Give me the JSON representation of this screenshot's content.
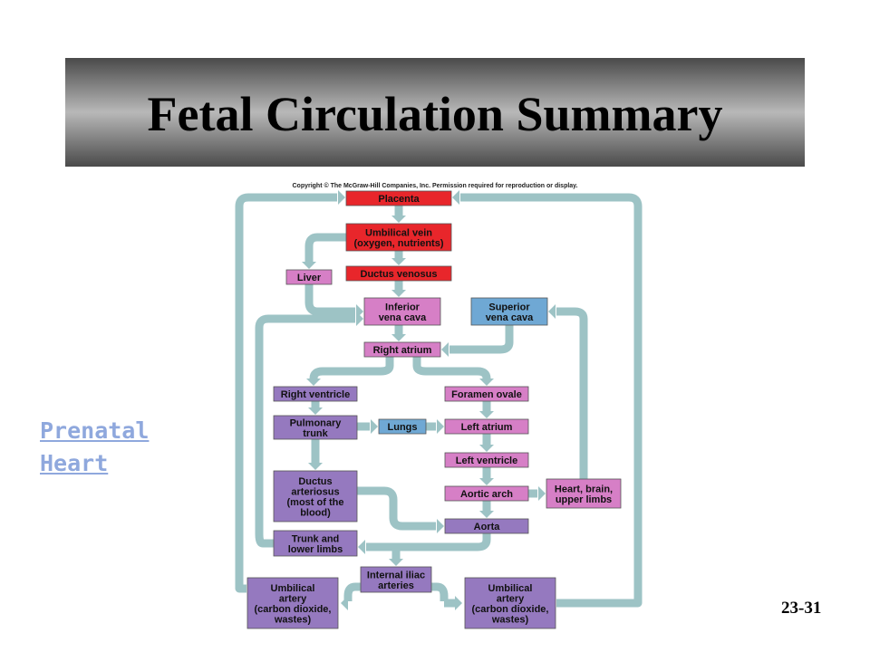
{
  "slide": {
    "title": "Fetal Circulation Summary",
    "slide_number": "23-31",
    "side_link": [
      "Prenatal",
      "Heart"
    ]
  },
  "diagram": {
    "copyright": "Copyright © The McGraw-Hill Companies, Inc. Permission required for reproduction or display.",
    "colors": {
      "red": "#e8262b",
      "pink": "#d67fc6",
      "purple": "#9579bf",
      "blue": "#6fa8d4",
      "arrow": "#9dc3c5",
      "border": "#555555"
    },
    "nodes": [
      {
        "id": "placenta",
        "lines": [
          "Placenta"
        ],
        "color": "red"
      },
      {
        "id": "umbilical-vein",
        "lines": [
          "Umbilical vein",
          "(oxygen, nutrients)"
        ],
        "color": "red"
      },
      {
        "id": "ductus-venosus",
        "lines": [
          "Ductus venosus"
        ],
        "color": "red"
      },
      {
        "id": "liver",
        "lines": [
          "Liver"
        ],
        "color": "pink"
      },
      {
        "id": "inferior-vena-cava",
        "lines": [
          "Inferior",
          "vena cava"
        ],
        "color": "pink"
      },
      {
        "id": "superior-vena-cava",
        "lines": [
          "Superior",
          "vena cava"
        ],
        "color": "blue"
      },
      {
        "id": "right-atrium",
        "lines": [
          "Right atrium"
        ],
        "color": "pink"
      },
      {
        "id": "right-ventricle",
        "lines": [
          "Right ventricle"
        ],
        "color": "purple"
      },
      {
        "id": "foramen-ovale",
        "lines": [
          "Foramen ovale"
        ],
        "color": "pink"
      },
      {
        "id": "pulmonary-trunk",
        "lines": [
          "Pulmonary",
          "trunk"
        ],
        "color": "purple"
      },
      {
        "id": "lungs",
        "lines": [
          "Lungs"
        ],
        "color": "blue"
      },
      {
        "id": "left-atrium",
        "lines": [
          "Left atrium"
        ],
        "color": "pink"
      },
      {
        "id": "left-ventricle",
        "lines": [
          "Left ventricle"
        ],
        "color": "pink"
      },
      {
        "id": "ductus-arteriosus",
        "lines": [
          "Ductus",
          "arteriosus",
          "(most of the",
          "blood)"
        ],
        "color": "purple"
      },
      {
        "id": "aortic-arch",
        "lines": [
          "Aortic arch"
        ],
        "color": "pink"
      },
      {
        "id": "heart-brain",
        "lines": [
          "Heart, brain,",
          "upper limbs"
        ],
        "color": "pink"
      },
      {
        "id": "aorta",
        "lines": [
          "Aorta"
        ],
        "color": "purple"
      },
      {
        "id": "trunk-lower-limbs",
        "lines": [
          "Trunk and",
          "lower limbs"
        ],
        "color": "purple"
      },
      {
        "id": "internal-iliac",
        "lines": [
          "Internal iliac",
          "arteries"
        ],
        "color": "purple"
      },
      {
        "id": "umbilical-artery-left",
        "lines": [
          "Umbilical",
          "artery",
          "(carbon dioxide,",
          "wastes)"
        ],
        "color": "purple"
      },
      {
        "id": "umbilical-artery-right",
        "lines": [
          "Umbilical",
          "artery",
          "(carbon dioxide,",
          "wastes)"
        ],
        "color": "purple"
      }
    ]
  }
}
